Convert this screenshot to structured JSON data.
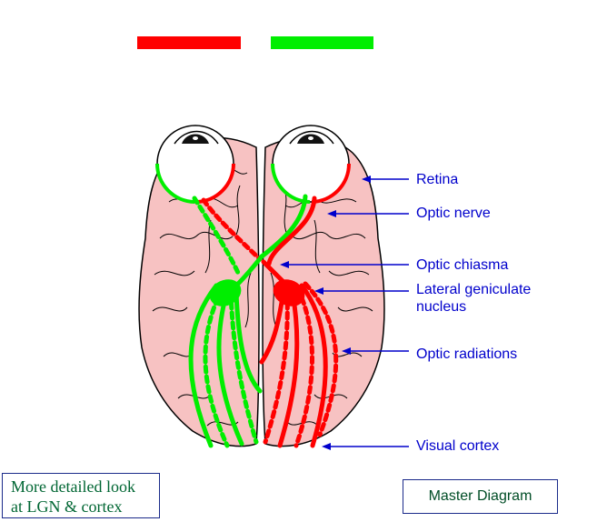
{
  "colors": {
    "left_field": "#ff0000",
    "right_field": "#00ee00",
    "brain": "#f7c2c2",
    "brain_outline": "#000000",
    "label": "#0000cc",
    "arrow": "#0000cc",
    "button_text": "#006633"
  },
  "labels": {
    "retina": "Retina",
    "optic_nerve": "Optic nerve",
    "optic_chiasma": "Optic chiasma",
    "lgn_line1": "Lateral geniculate",
    "lgn_line2": "nucleus",
    "optic_radiations": "Optic radiations",
    "visual_cortex": "Visual cortex"
  },
  "buttons": {
    "detailed": "More detailed look\nat LGN & cortex",
    "master": "Master Diagram"
  }
}
